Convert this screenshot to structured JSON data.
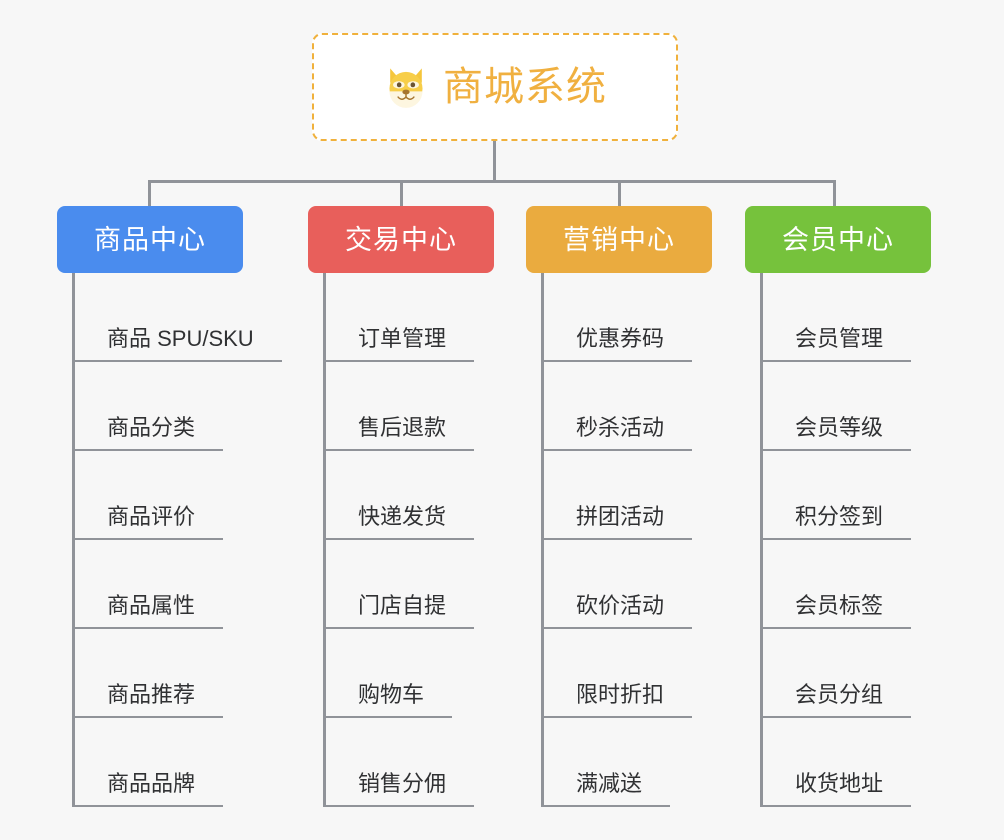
{
  "diagram": {
    "type": "mindmap",
    "background_color": "#f7f7f7",
    "connector_color": "#909399",
    "root": {
      "title": "商城系统",
      "icon": "dog-face-icon",
      "text_color": "#f0b040",
      "border_color": "#f0b13c",
      "background_color": "#ffffff"
    },
    "branches": [
      {
        "label": "商品中心",
        "color": "#4a8cee",
        "items": [
          "商品 SPU/SKU",
          "商品分类",
          "商品评价",
          "商品属性",
          "商品推荐",
          "商品品牌"
        ]
      },
      {
        "label": "交易中心",
        "color": "#e85f5b",
        "items": [
          "订单管理",
          "售后退款",
          "快递发货",
          "门店自提",
          "购物车",
          "销售分佣"
        ]
      },
      {
        "label": "营销中心",
        "color": "#eaab3f",
        "items": [
          "优惠券码",
          "秒杀活动",
          "拼团活动",
          "砍价活动",
          "限时折扣",
          "满减送"
        ]
      },
      {
        "label": "会员中心",
        "color": "#76c23c",
        "items": [
          "会员管理",
          "会员等级",
          "积分签到",
          "会员标签",
          "会员分组",
          "收货地址"
        ]
      }
    ]
  }
}
